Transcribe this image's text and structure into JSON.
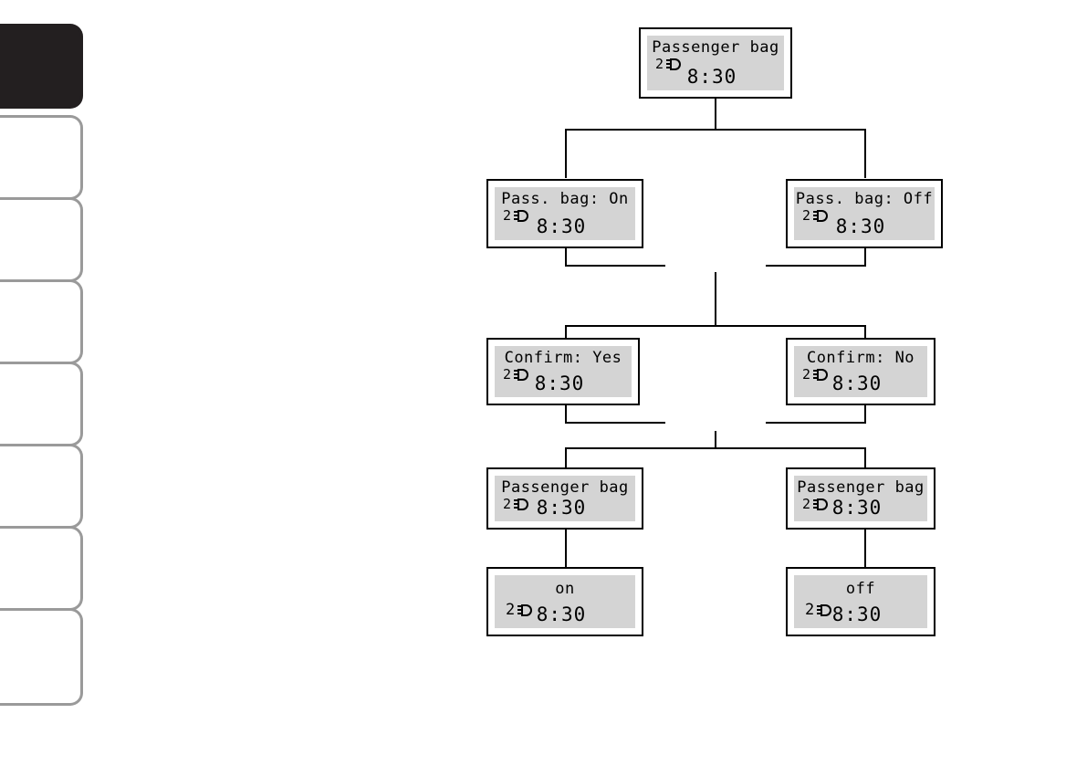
{
  "sidebar": {
    "name": "chapter-tabs",
    "tabs": [
      {
        "label": "",
        "state": "active"
      },
      {
        "label": "",
        "state": "inactive"
      },
      {
        "label": "",
        "state": "inactive"
      },
      {
        "label": "",
        "state": "inactive"
      },
      {
        "label": "",
        "state": "inactive"
      },
      {
        "label": "",
        "state": "inactive"
      },
      {
        "label": "",
        "state": "inactive"
      },
      {
        "label": "",
        "state": "inactive"
      }
    ],
    "active_color": "#231f20",
    "inactive_border_color": "#9a9a9a"
  },
  "diagram": {
    "type": "flow-chart",
    "lcd_background": "#d4d4d4",
    "screens": {
      "root": {
        "title": "Passenger bag",
        "icon": "2",
        "icon_symbol": "headlight-icon",
        "time": "8:30"
      },
      "opt_on": {
        "title": "Pass. bag: On",
        "icon": "2",
        "icon_symbol": "headlight-icon",
        "time": "8:30"
      },
      "opt_off": {
        "title": "Pass. bag: Off",
        "icon": "2",
        "icon_symbol": "headlight-icon",
        "time": "8:30"
      },
      "confirm_yes": {
        "title": "Confirm: Yes",
        "icon": "2",
        "icon_symbol": "headlight-icon",
        "time": "8:30"
      },
      "confirm_no": {
        "title": "Confirm: No",
        "icon": "2",
        "icon_symbol": "headlight-icon",
        "time": "8:30"
      },
      "result_left": {
        "title": "Passenger bag",
        "icon": "2",
        "icon_symbol": "headlight-icon",
        "time": "8:30"
      },
      "result_right": {
        "title": "Passenger bag",
        "icon": "2",
        "icon_symbol": "headlight-icon",
        "time": "8:30"
      },
      "state_on": {
        "title": "on",
        "icon": "2",
        "icon_symbol": "headlight-icon",
        "time": "8:30"
      },
      "state_off": {
        "title": "off",
        "icon": "2",
        "icon_symbol": "headlight-icon",
        "time": "8:30"
      }
    }
  }
}
